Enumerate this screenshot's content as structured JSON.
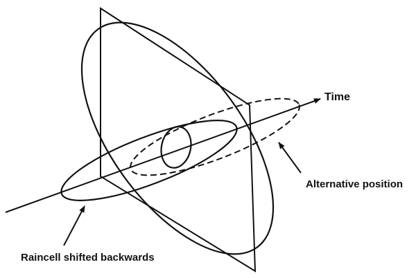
{
  "labels": {
    "time": "Time",
    "alternative_position": "Alternative position",
    "raincell_shifted": "Raincell shifted backwards"
  },
  "colors": {
    "ink": "#111111",
    "background": "#ffffff"
  }
}
